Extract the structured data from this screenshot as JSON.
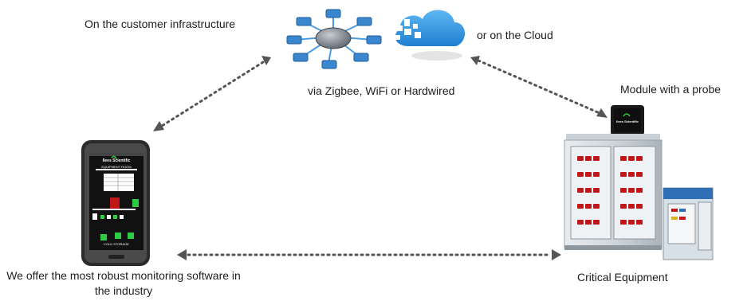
{
  "labels": {
    "customer": "On the customer infrastructure",
    "cloud": "or on the Cloud",
    "via": "via Zigbee, WiFi or Hardwired",
    "module": "Module with a probe",
    "critical": "Critical Equipment",
    "software": "We offer the most robust monitoring software in the industry"
  },
  "phone_screen": {
    "brand": "Ilees Scientific",
    "room_title": "EQUIPMENT ROOM",
    "cold_title": "COLD STORAGE"
  },
  "module_brand": "Ilees Scientific",
  "colors": {
    "arrow": "#555555",
    "cloud": "#2f8fd8",
    "equipment_red": "#c01818"
  },
  "icons": [
    "network-hub-icon",
    "cloud-icon",
    "smartphone-icon",
    "module-probe-icon",
    "fridge-icon",
    "incubator-icon"
  ]
}
